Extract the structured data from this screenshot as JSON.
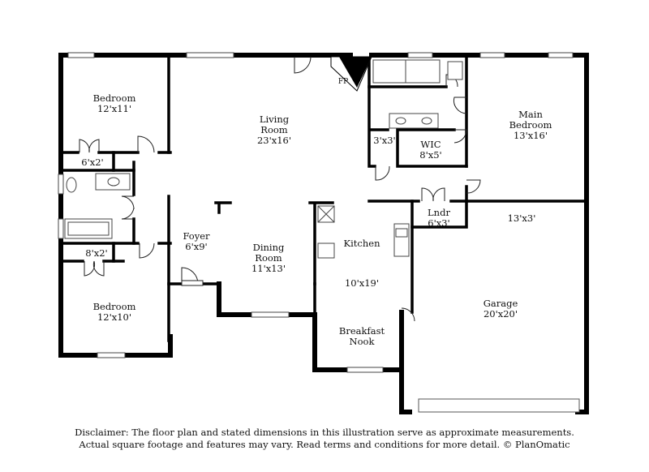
{
  "rooms": {
    "bedroom_top": {
      "name": "Bedroom",
      "size": "12'x11'"
    },
    "closet_top": {
      "size": "6'x2'"
    },
    "living": {
      "name1": "Living",
      "name2": "Room",
      "size": "23'x16'"
    },
    "fireplace": {
      "label": "FP"
    },
    "closet_wic_small": {
      "size": "3'x3'"
    },
    "wic": {
      "name": "WIC",
      "size": "8'x5'"
    },
    "main_bedroom": {
      "name1": "Main",
      "name2": "Bedroom",
      "size": "13'x16'"
    },
    "laundry": {
      "name": "Lndr",
      "size": "6'x3'"
    },
    "storage": {
      "size": "13'x3'"
    },
    "foyer": {
      "name": "Foyer",
      "size": "6'x9'"
    },
    "dining": {
      "name1": "Dining",
      "name2": "Room",
      "size": "11'x13'"
    },
    "kitchen": {
      "name": "Kitchen",
      "size": "10'x19'"
    },
    "closet_bottom": {
      "size": "8'x2'"
    },
    "bedroom_bottom": {
      "name": "Bedroom",
      "size": "12'x10'"
    },
    "garage": {
      "name": "Garage",
      "size": "20'x20'"
    },
    "breakfast": {
      "name1": "Breakfast",
      "name2": "Nook"
    }
  },
  "disclaimer": {
    "line1": "Disclaimer: The floor plan and stated dimensions in this illustration serve as approximate measurements.",
    "line2": "Actual square footage and features may vary. Read terms and conditions for more detail. © PlanOmatic"
  }
}
